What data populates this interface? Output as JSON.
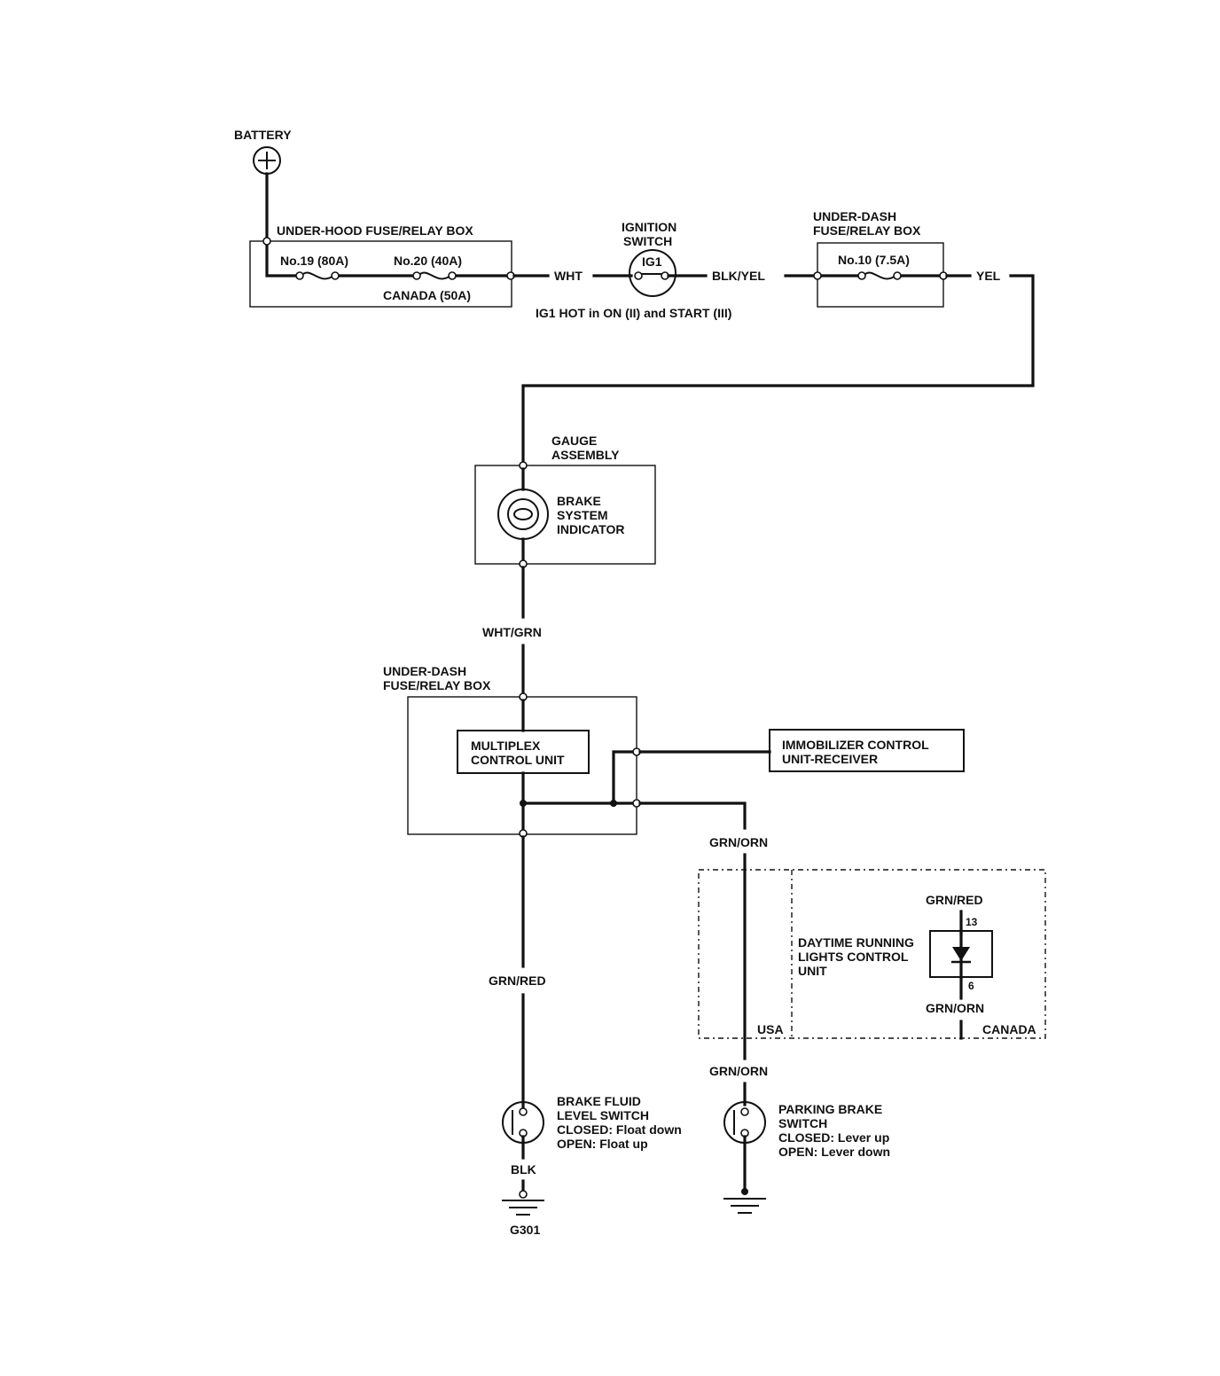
{
  "battery": {
    "label": "BATTERY"
  },
  "underhood_box": {
    "title": "UNDER-HOOD FUSE/RELAY BOX",
    "fuse19": "No.19 (80A)",
    "fuse20": "No.20 (40A)",
    "canada_note": "CANADA (50A)"
  },
  "ignition": {
    "title_line1": "IGNITION",
    "title_line2": "SWITCH",
    "terminal": "IG1",
    "note": "IG1 HOT in ON (II) and START (III)"
  },
  "underdash_box_top": {
    "title_line1": "UNDER-DASH",
    "title_line2": "FUSE/RELAY BOX",
    "fuse10": "No.10 (7.5A)"
  },
  "wires": {
    "wht": "WHT",
    "blk_yel": "BLK/YEL",
    "yel": "YEL",
    "wht_grn": "WHT/GRN",
    "grn_red_main": "GRN/RED",
    "grn_orn_upper": "GRN/ORN",
    "grn_orn_lower": "GRN/ORN",
    "blk": "BLK"
  },
  "gauge": {
    "title_line1": "GAUGE",
    "title_line2": "ASSEMBLY",
    "indicator_line1": "BRAKE",
    "indicator_line2": "SYSTEM",
    "indicator_line3": "INDICATOR"
  },
  "underdash_box_mid": {
    "title_line1": "UNDER-DASH",
    "title_line2": "FUSE/RELAY BOX",
    "mcu_line1": "MULTIPLEX",
    "mcu_line2": "CONTROL UNIT"
  },
  "immobilizer": {
    "line1": "IMMOBILIZER CONTROL",
    "line2": "UNIT-RECEIVER"
  },
  "drl": {
    "line1": "DAYTIME RUNNING",
    "line2": "LIGHTS CONTROL",
    "line3": "UNIT",
    "wire_in": "GRN/RED",
    "pin_in": "13",
    "pin_out": "6",
    "wire_out": "GRN/ORN",
    "usa": "USA",
    "canada": "CANADA"
  },
  "brake_fluid": {
    "line1": "BRAKE FLUID",
    "line2": "LEVEL SWITCH",
    "line3": "CLOSED: Float down",
    "line4": "OPEN: Float up"
  },
  "parking_brake": {
    "line1": "PARKING BRAKE",
    "line2": "SWITCH",
    "line3": "CLOSED: Lever up",
    "line4": "OPEN: Lever down"
  },
  "ground": {
    "label": "G301"
  }
}
